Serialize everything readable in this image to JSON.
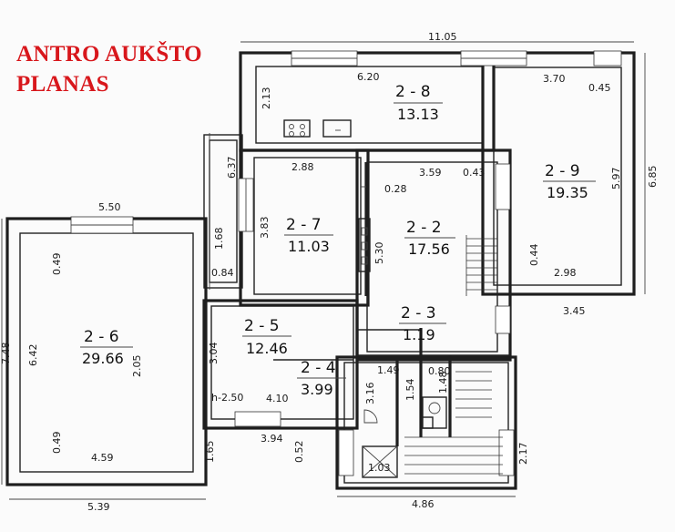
{
  "title_lines": [
    "ANTRO AUKŠTO",
    "PLANAS"
  ],
  "rooms": [
    {
      "id": "2 - 8",
      "area": "13.13"
    },
    {
      "id": "2 - 9",
      "area": "19.35"
    },
    {
      "id": "2 - 7",
      "area": "11.03"
    },
    {
      "id": "2 - 2",
      "area": "17.56"
    },
    {
      "id": "2 - 6",
      "area": "29.66"
    },
    {
      "id": "2 - 5",
      "area": "12.46"
    },
    {
      "id": "2 - 3",
      "area": "1.19"
    },
    {
      "id": "2 - 4",
      "area": "3.99"
    }
  ],
  "dimensions": [
    "11.05",
    "6.20",
    "3.70",
    "0.45",
    "2.13",
    "6.85",
    "5.97",
    "6.37",
    "2.88",
    "3.59",
    "0.43",
    "0.28",
    "3.83",
    "1.68",
    "0.84",
    "5.30",
    "5.50",
    "0.49",
    "0.44",
    "2.98",
    "3.45",
    "6.42",
    "2.05",
    "3.04",
    "4.10",
    "1.49",
    "0.80",
    "3.16",
    "1.54",
    "1.48",
    "0.49",
    "4.59",
    "1.65",
    "3.94",
    "0.52",
    "1.03",
    "2.17",
    "5.39",
    "4.86",
    "7.48"
  ],
  "annotations": {
    "height": "h-2.50"
  }
}
